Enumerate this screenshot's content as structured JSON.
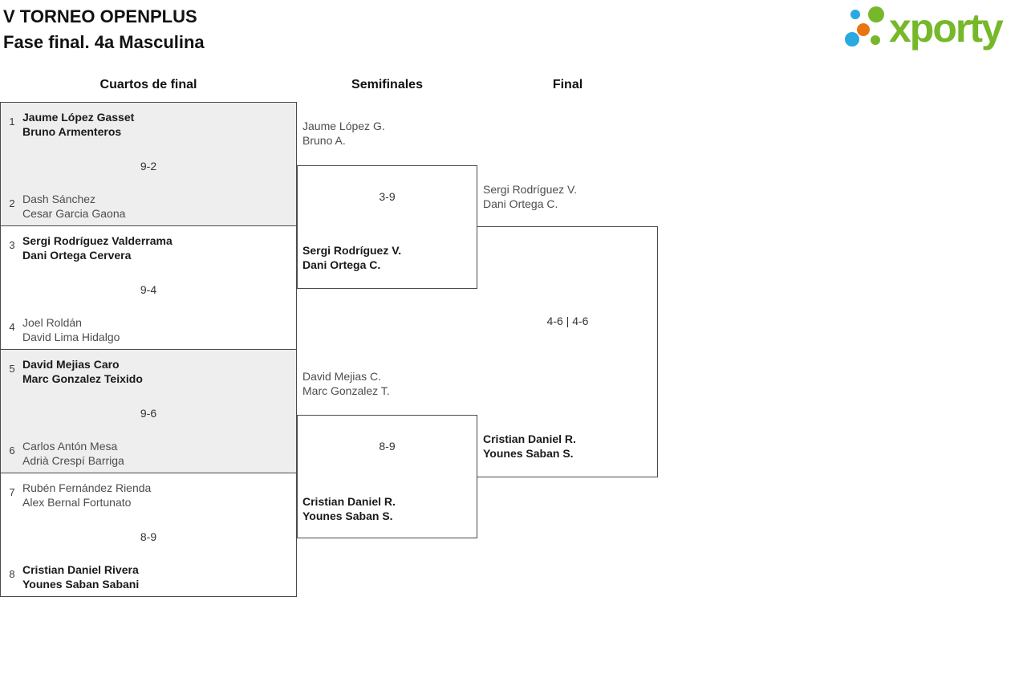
{
  "header": {
    "title": "V TORNEO OPENPLUS",
    "subtitle": "Fase final. 4a Masculina"
  },
  "logo": {
    "brand": "xporty",
    "green": "#76b82a",
    "blue": "#2aa9e0",
    "orange": "#e87511"
  },
  "columns": [
    "Cuartos de final",
    "Semifinales",
    "Final"
  ],
  "bracket": {
    "quarterfinals": [
      {
        "seed_top": "1",
        "team_top": [
          "Jaume López Gasset",
          "Bruno Armenteros"
        ],
        "top_winner": true,
        "score": "9-2",
        "seed_bottom": "2",
        "team_bottom": [
          "Dash Sánchez",
          "Cesar Garcia Gaona"
        ],
        "bottom_winner": false
      },
      {
        "seed_top": "3",
        "team_top": [
          "Sergi Rodríguez Valderrama",
          "Dani Ortega Cervera"
        ],
        "top_winner": true,
        "score": "9-4",
        "seed_bottom": "4",
        "team_bottom": [
          "Joel Roldán",
          "David Lima Hidalgo"
        ],
        "bottom_winner": false
      },
      {
        "seed_top": "5",
        "team_top": [
          "David Mejias Caro",
          "Marc Gonzalez Teixido"
        ],
        "top_winner": true,
        "score": "9-6",
        "seed_bottom": "6",
        "team_bottom": [
          "Carlos Antón Mesa",
          "Adrià Crespí Barriga"
        ],
        "bottom_winner": false
      },
      {
        "seed_top": "7",
        "team_top": [
          "Rubén Fernández Rienda",
          "Alex Bernal Fortunato"
        ],
        "top_winner": false,
        "score": "8-9",
        "seed_bottom": "8",
        "team_bottom": [
          "Cristian Daniel Rivera",
          "Younes Saban Sabani"
        ],
        "bottom_winner": true
      }
    ],
    "semifinals": [
      {
        "team_top": [
          "Jaume López G.",
          "Bruno A."
        ],
        "top_winner": false,
        "score": "3-9",
        "team_bottom": [
          "Sergi Rodríguez V.",
          "Dani Ortega C."
        ],
        "bottom_winner": true
      },
      {
        "team_top": [
          "David Mejias C.",
          "Marc Gonzalez T."
        ],
        "top_winner": false,
        "score": "8-9",
        "team_bottom": [
          "Cristian Daniel R.",
          "Younes Saban S."
        ],
        "bottom_winner": true
      }
    ],
    "final": {
      "team_top": [
        "Sergi Rodríguez V.",
        "Dani Ortega C."
      ],
      "top_winner": false,
      "score": "4-6 | 4-6",
      "team_bottom": [
        "Cristian Daniel R.",
        "Younes Saban S."
      ],
      "bottom_winner": true
    }
  }
}
